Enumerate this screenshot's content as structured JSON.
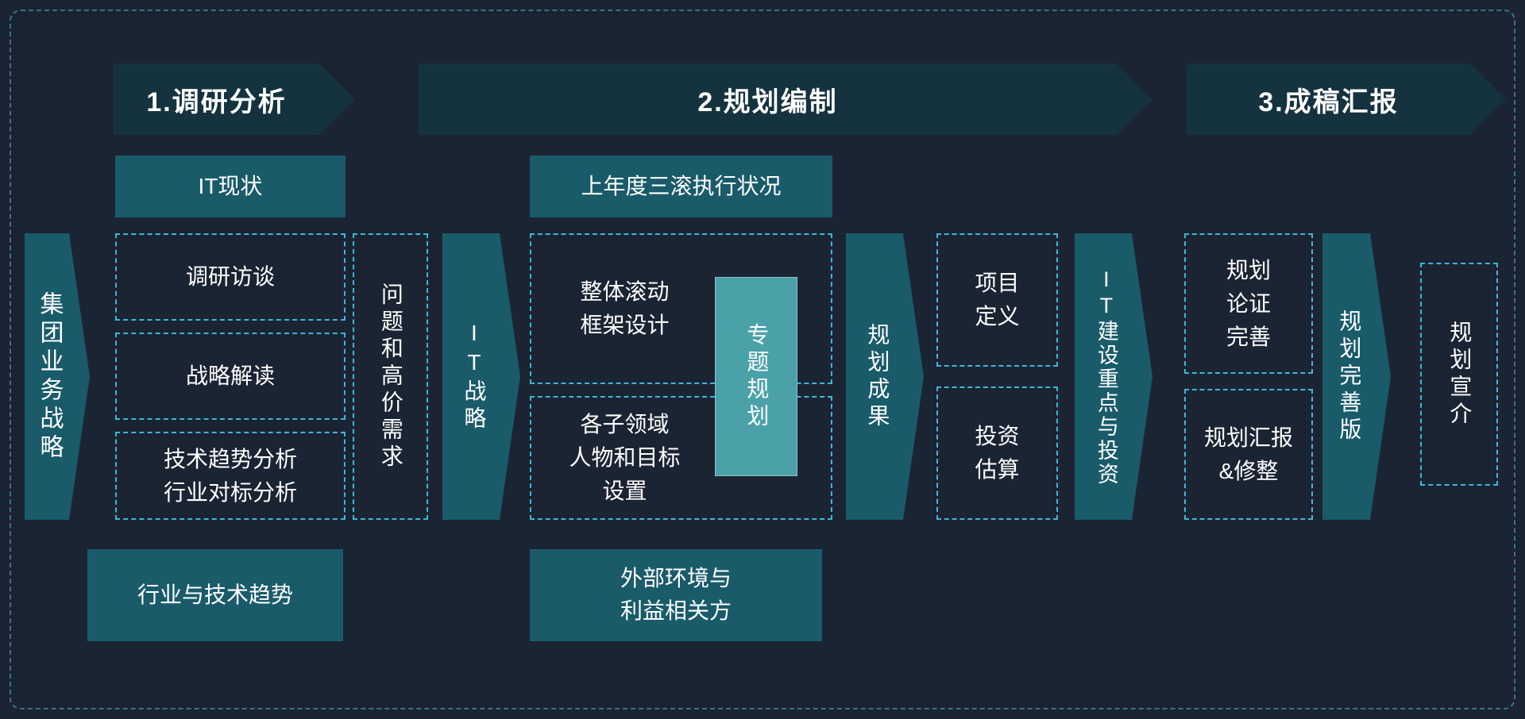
{
  "palette": {
    "background": "#1b2433",
    "header_fill": "#15333e",
    "solid_fill": "#1a5b6a",
    "highlight_fill": "#4aa2a8",
    "dashed_border": "#3fb6d8",
    "text": "#ffffff"
  },
  "phases": [
    {
      "label": "1.调研分析"
    },
    {
      "label": "2.规划编制"
    },
    {
      "label": "3.成稿汇报"
    }
  ],
  "inputs": {
    "group_strategy": "集团业务战略"
  },
  "phase1": {
    "top_box": "IT现状",
    "boxes": [
      {
        "lines": [
          "调研访谈"
        ]
      },
      {
        "lines": [
          "战略解读"
        ]
      },
      {
        "lines": [
          "技术趋势分析",
          "行业对标分析"
        ]
      }
    ],
    "bottom_box": "行业与技术趋势"
  },
  "connectors": {
    "problems_needs": "问题和高价需求",
    "it_strategy": "IT战略",
    "planning_results": "规划成果",
    "it_focus": "IT建设重点与投资",
    "plan_final": "规划完善版"
  },
  "phase2": {
    "top_box": "上年度三滚执行状况",
    "frame_box": {
      "lines": [
        "整体滚动",
        "框架设计"
      ]
    },
    "subdomain_box": {
      "lines": [
        "各子领域",
        "人物和目标",
        "设置"
      ]
    },
    "special_plan": "专题规划",
    "bottom_box": {
      "lines": [
        "外部环境与",
        "利益相关方"
      ]
    },
    "outputs": [
      {
        "lines": [
          "项目",
          "定义"
        ]
      },
      {
        "lines": [
          "投资",
          "估算"
        ]
      }
    ]
  },
  "phase3": {
    "boxes": [
      {
        "lines": [
          "规划",
          "论证",
          "完善"
        ]
      },
      {
        "lines": [
          "规划汇报",
          "&修整"
        ]
      }
    ],
    "promo": "规划宣介"
  }
}
